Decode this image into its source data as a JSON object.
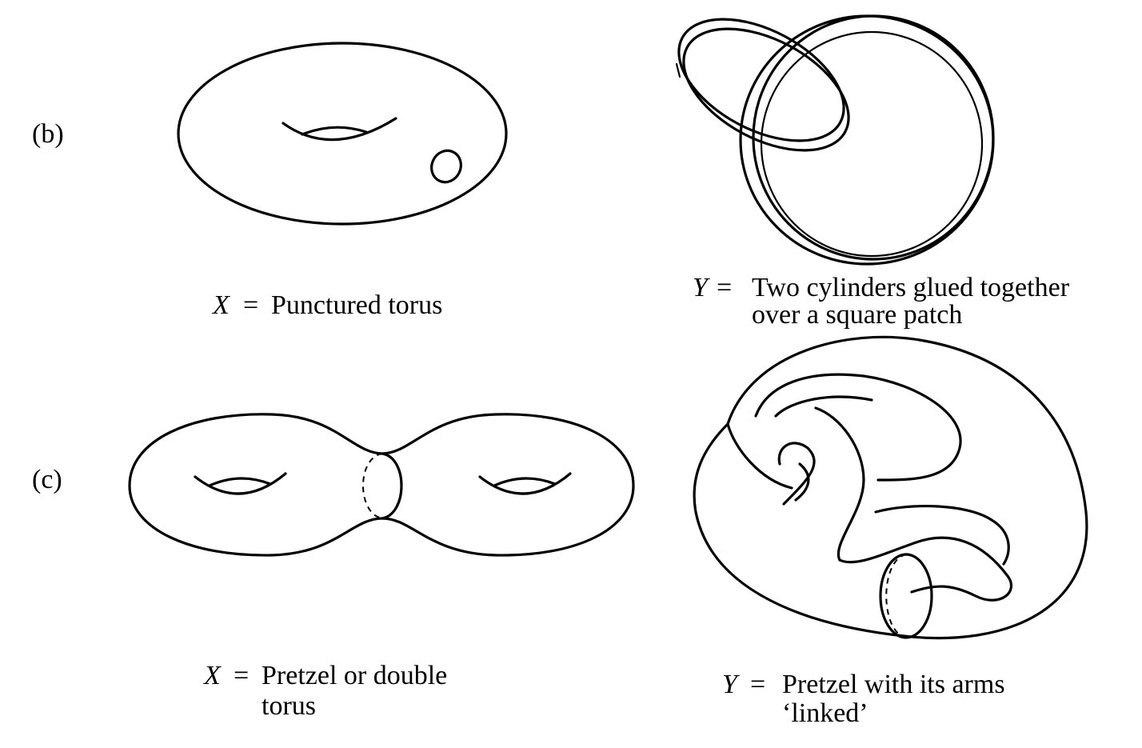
{
  "panels": {
    "b": {
      "tag": "(b)",
      "left": {
        "var": "X",
        "eq": "=",
        "lines": [
          "Punctured torus"
        ]
      },
      "right": {
        "var": "Y",
        "eq": "=",
        "lines": [
          "Two cylinders glued together",
          "over a square patch"
        ]
      }
    },
    "c": {
      "tag": "(c)",
      "left": {
        "var": "X",
        "eq": "=",
        "lines": [
          "Pretzel or double",
          "torus"
        ]
      },
      "right": {
        "var": "Y",
        "eq": "=",
        "lines": [
          "Pretzel with its arms",
          "‘linked’"
        ]
      }
    }
  }
}
